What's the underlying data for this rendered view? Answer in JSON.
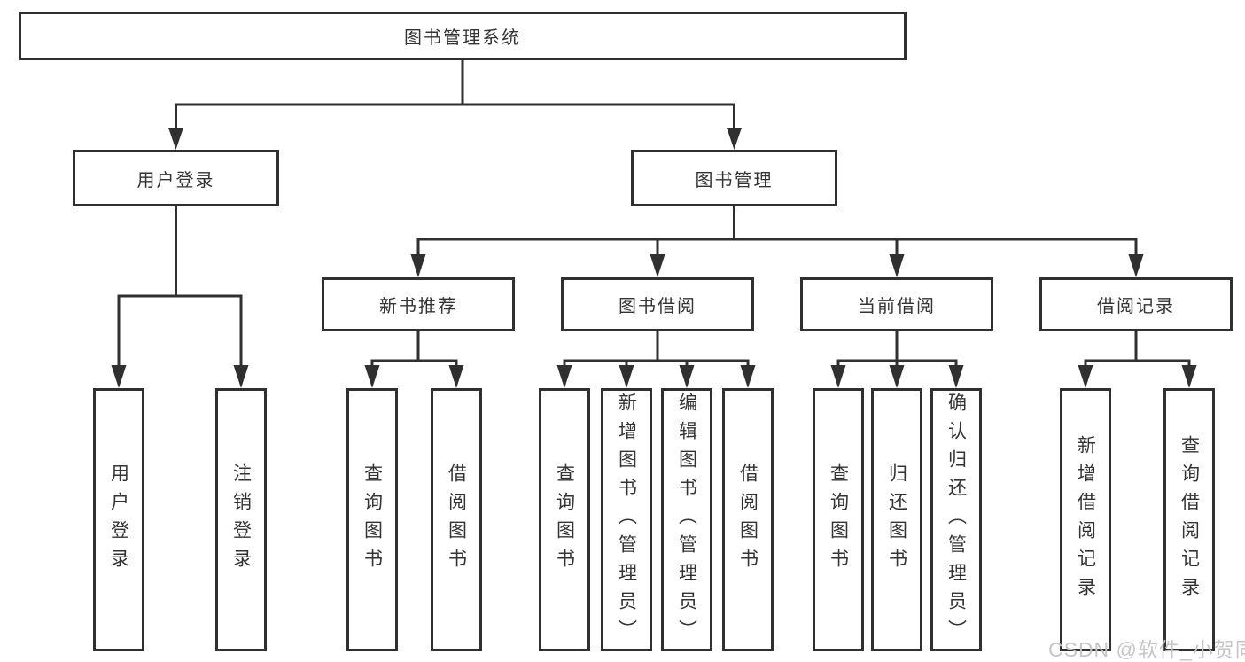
{
  "colors": {
    "line": "#303030",
    "text": "#333333",
    "background": "#ffffff",
    "watermark": "#c3c3c3"
  },
  "nodes": {
    "root": {
      "label": "图书管理系统"
    },
    "user_login": {
      "label": "用户登录"
    },
    "book_mgmt": {
      "label": "图书管理"
    },
    "new_book_rec": {
      "label": "新书推荐"
    },
    "book_borrow": {
      "label": "图书借阅"
    },
    "current_borrow": {
      "label": "当前借阅"
    },
    "borrow_records": {
      "label": "借阅记录"
    },
    "leaf_user_login": {
      "label": "用户登录"
    },
    "leaf_logout": {
      "label": "注销登录"
    },
    "leaf_query_book_1": {
      "label": "查询图书"
    },
    "leaf_borrow_book_1": {
      "label": "借阅图书"
    },
    "leaf_query_book_2": {
      "label": "查询图书"
    },
    "leaf_add_book": {
      "label": "新增图书（管理员）"
    },
    "leaf_edit_book": {
      "label": "编辑图书（管理员）"
    },
    "leaf_borrow_book_2": {
      "label": "借阅图书"
    },
    "leaf_query_book_3": {
      "label": "查询图书"
    },
    "leaf_return_book": {
      "label": "归还图书"
    },
    "leaf_confirm_return": {
      "label": "确认归还（管理员）"
    },
    "leaf_add_record": {
      "label": "新增借阅记录"
    },
    "leaf_query_record": {
      "label": "查询借阅记录"
    }
  },
  "watermark": {
    "text": "CSDN @软件_小贺同学"
  }
}
